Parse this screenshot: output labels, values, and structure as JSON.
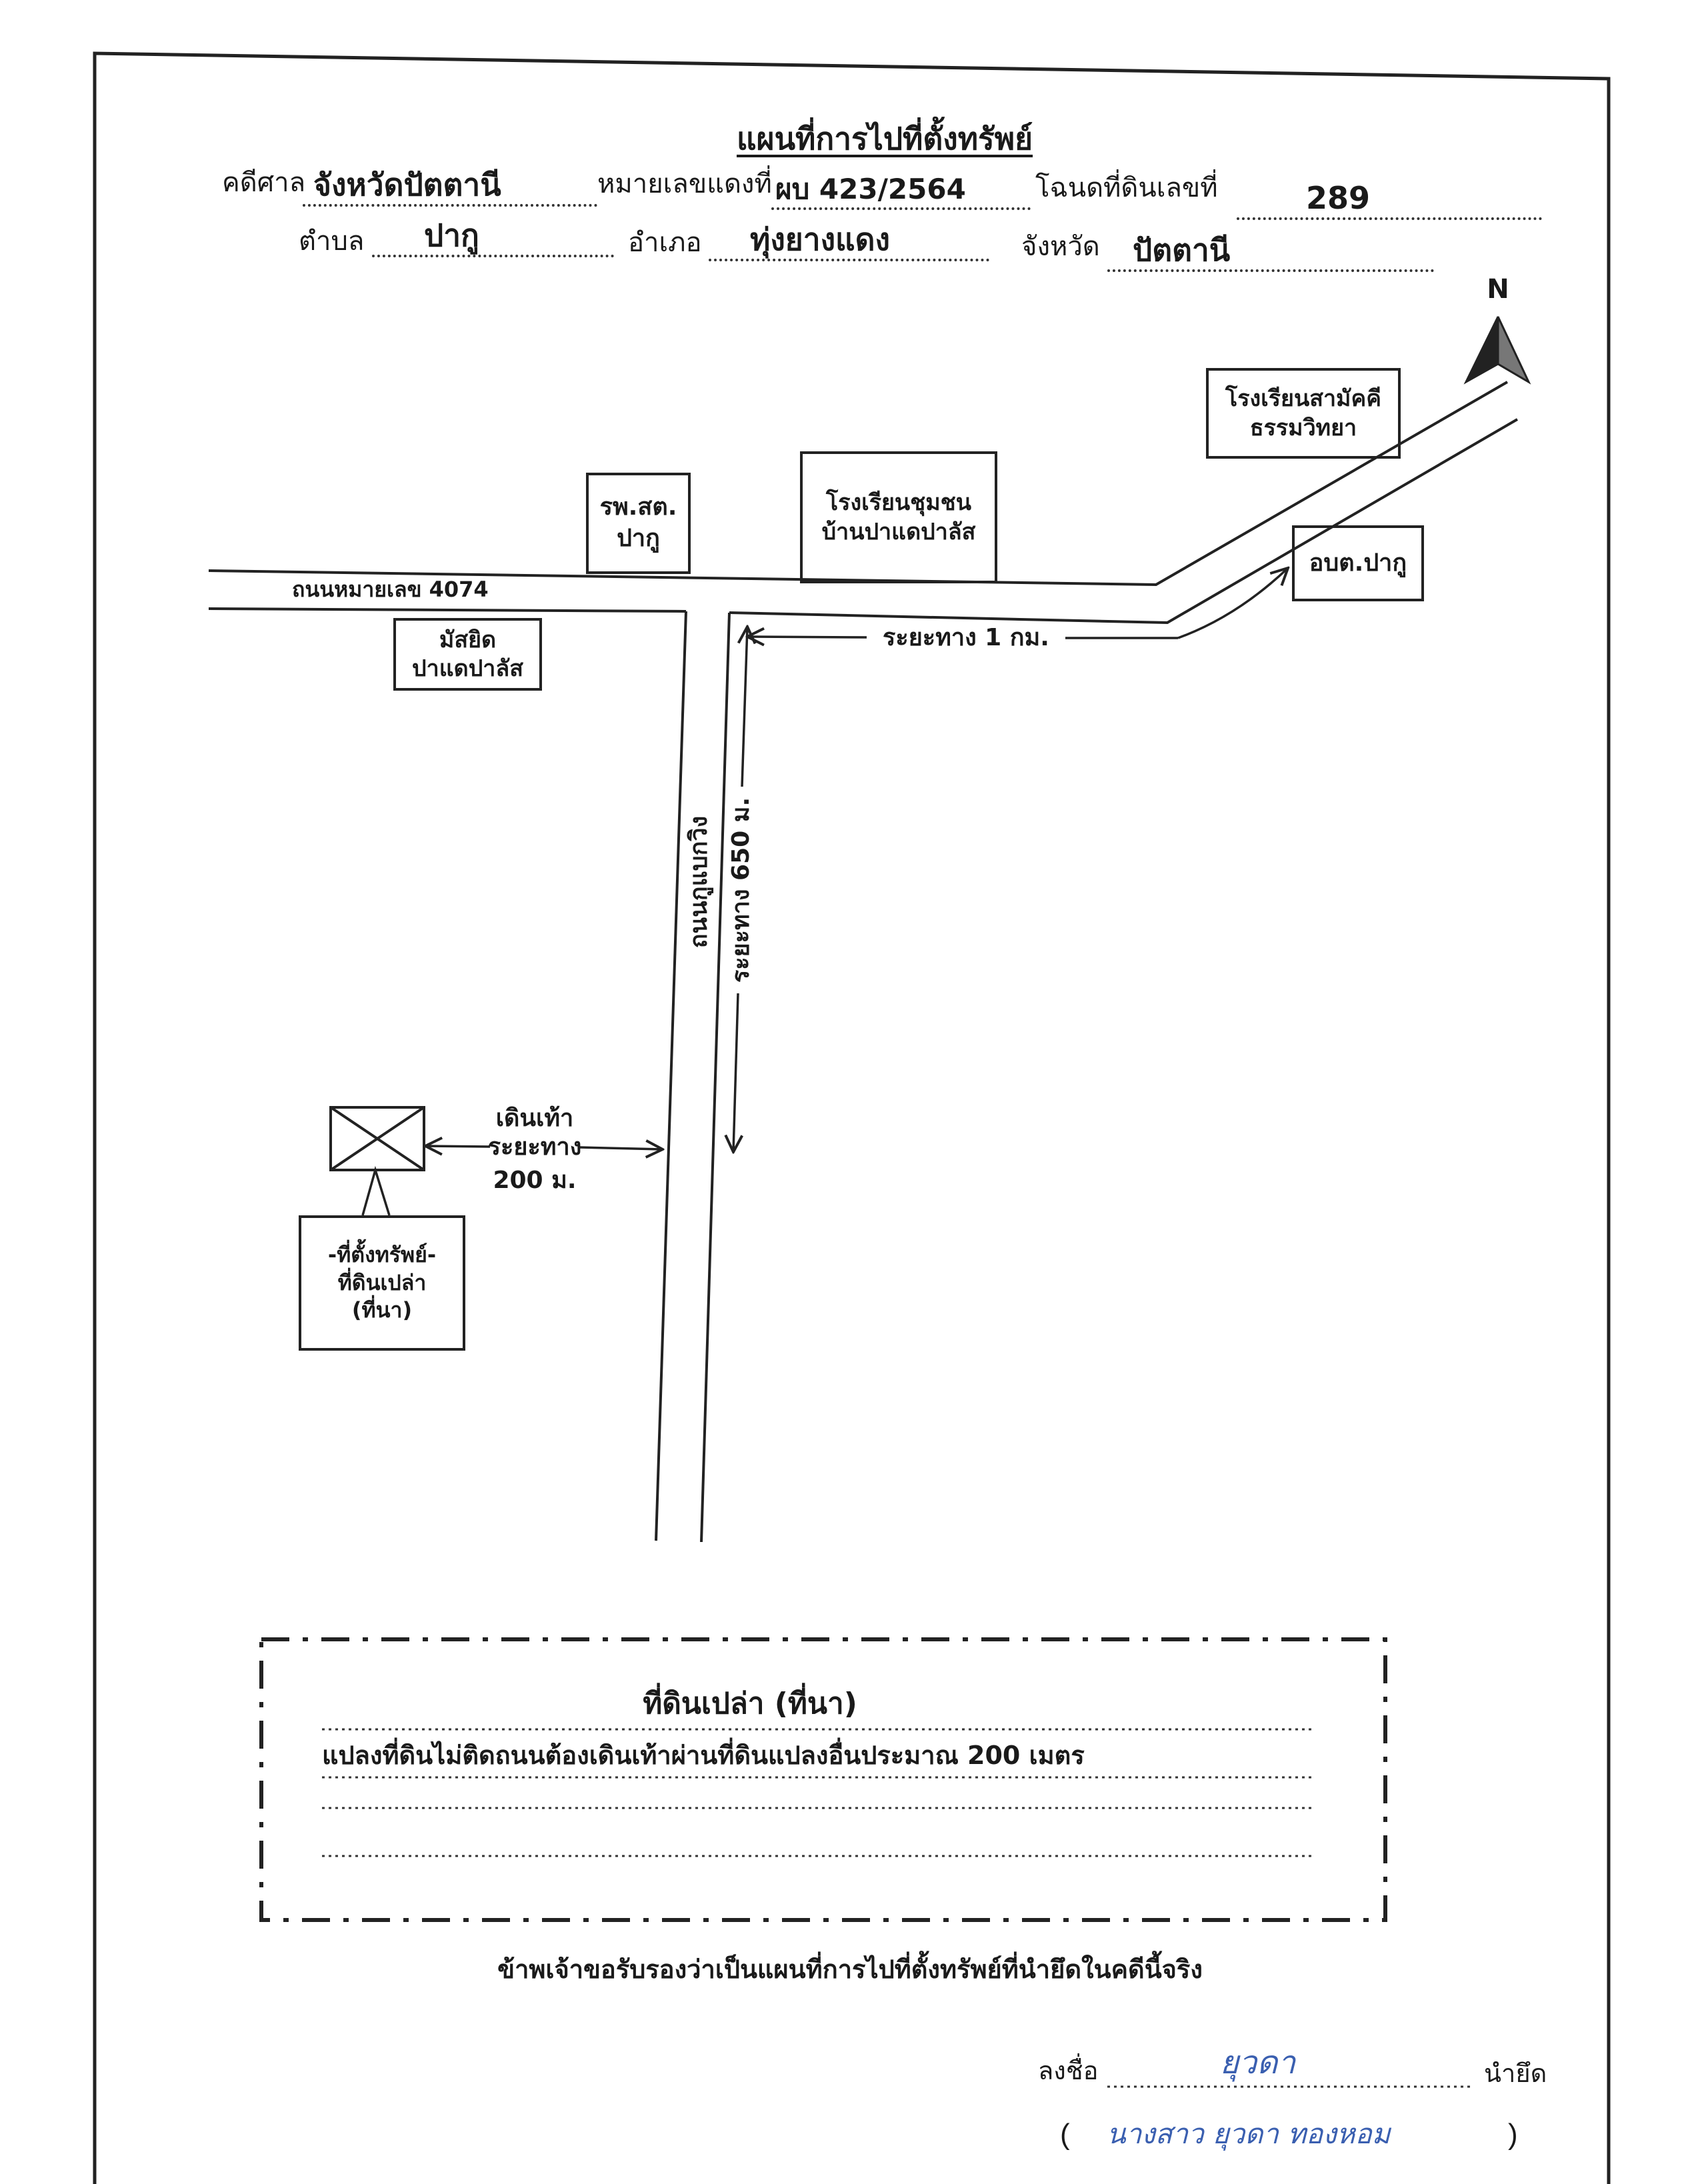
{
  "header": {
    "title": "แผนที่การไปที่ตั้งทรัพย์",
    "court_label": "คดีศาล",
    "court_value": "จังหวัดปัตตานี",
    "case_label": "หมายเลขแดงที่",
    "case_value": "ผบ 423/2564",
    "deed_label": "โฉนดที่ดินเลขที่",
    "deed_value": "289",
    "subdistrict_label": "ตำบล",
    "subdistrict_value": "ปากู",
    "district_label": "อำเภอ",
    "district_value": "ทุ่งยางแดง",
    "province_label": "จังหวัด",
    "province_value": "ปัตตานี"
  },
  "map": {
    "north_label": "N",
    "north_icon": "north-arrow-icon",
    "roads": {
      "main": "ถนนหมายเลข 4074",
      "side": "ถนนกูแบกวิง"
    },
    "landmarks": {
      "samakkhi_school": [
        "โรงเรียนสามัคคี",
        "ธรรมวิทยา"
      ],
      "health_center": [
        "รพ.สต.",
        "ปากู"
      ],
      "community_school": [
        "โรงเรียนชุมชน",
        "บ้านปาแดปาลัส"
      ],
      "sao_office": "อบต.ปากู",
      "mosque": [
        "มัสยิด",
        "ปาแดปาลัส"
      ]
    },
    "property": {
      "marker_icon": "x-box-icon",
      "label": [
        "-ที่ตั้งทรัพย์-",
        "ที่ดินเปล่า",
        "(ที่นา)"
      ]
    },
    "distances": {
      "main_road": "ระยะทาง 1 กม.",
      "side_road": "ระยะทาง 650 ม.",
      "walk": [
        "เดินเท้า",
        "ระยะทาง",
        "200 ม."
      ]
    }
  },
  "notes": {
    "heading": "ที่ดินเปล่า (ที่นา)",
    "lines": [
      "แปลงที่ดินไม่ติดถนนต้องเดินเท้าผ่านที่ดินแปลงอื่นประมาณ 200 เมตร"
    ]
  },
  "certification": "ข้าพเจ้าขอรับรองว่าเป็นแผนที่การไปที่ตั้งทรัพย์ที่นำยึดในคดีนี้จริง",
  "signature": {
    "sign_label": "ลงชื่อ",
    "signature": "ยุวดา",
    "role_label": "นำยึด",
    "open_paren": "(",
    "name": "นางสาว ยุวดา ทองหอม",
    "close_paren": ")"
  },
  "colors": {
    "ink": "#1a1a1a",
    "pen_blue": "#3a5fb0"
  }
}
